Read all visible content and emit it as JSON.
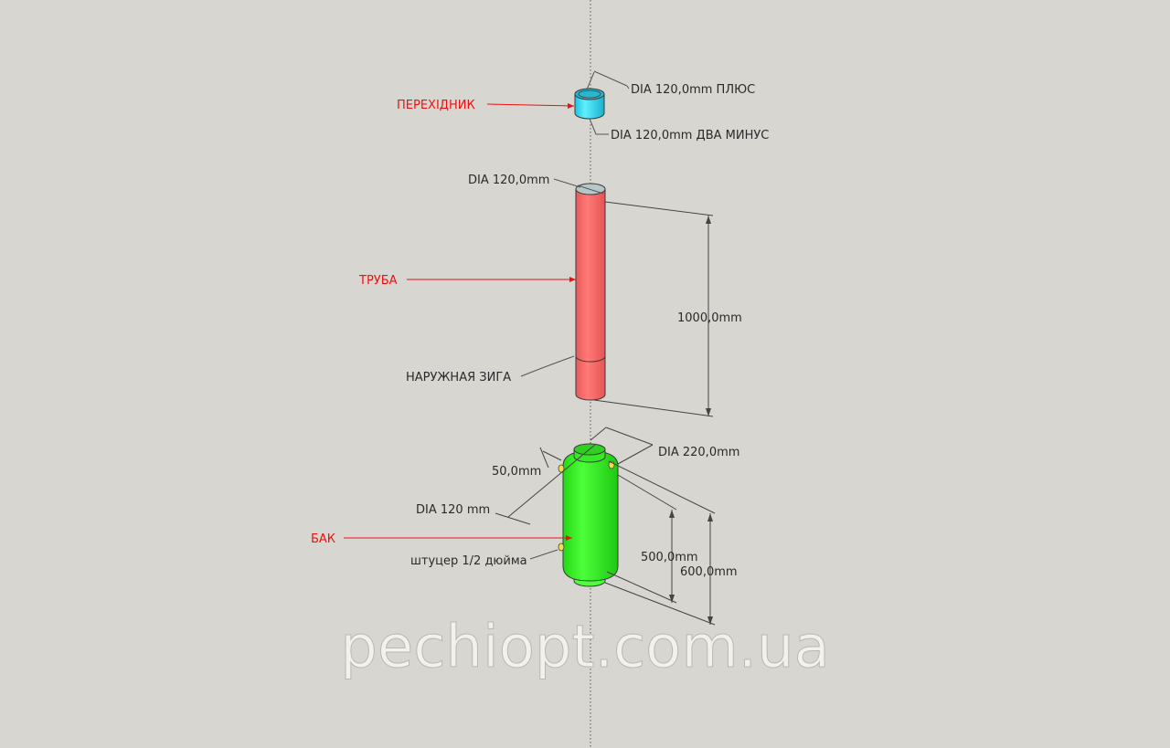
{
  "parts": {
    "adapter": {
      "name": "ПЕРЕХIДНИК",
      "dim_top": "DIA 120,0mm ПЛЮС",
      "dim_bottom": "DIA 120,0mm ДВА  МИНУС",
      "color": "#38d8f0"
    },
    "pipe": {
      "name": "ТРУБА",
      "dim_dia": "DIA 120,0mm",
      "dim_length": "1000,0mm",
      "swage_label": "НАРУЖНАЯ ЗИГА",
      "color": "#f56a68"
    },
    "tank": {
      "name": "БАК",
      "dim_dia": "DIA 220,0mm",
      "dim_offset": "50,0mm",
      "dim_port": "DIA 120 mm",
      "fitting_label": "штуцер 1/2 дюйма",
      "dim_body": "500,0mm",
      "dim_total": "600,0mm",
      "color": "#33ee22"
    }
  },
  "watermark": "pechiopt.com.ua",
  "colors": {
    "background": "#d8d6d0",
    "label_red": "#ee1010",
    "fitting": "#f0e040"
  }
}
